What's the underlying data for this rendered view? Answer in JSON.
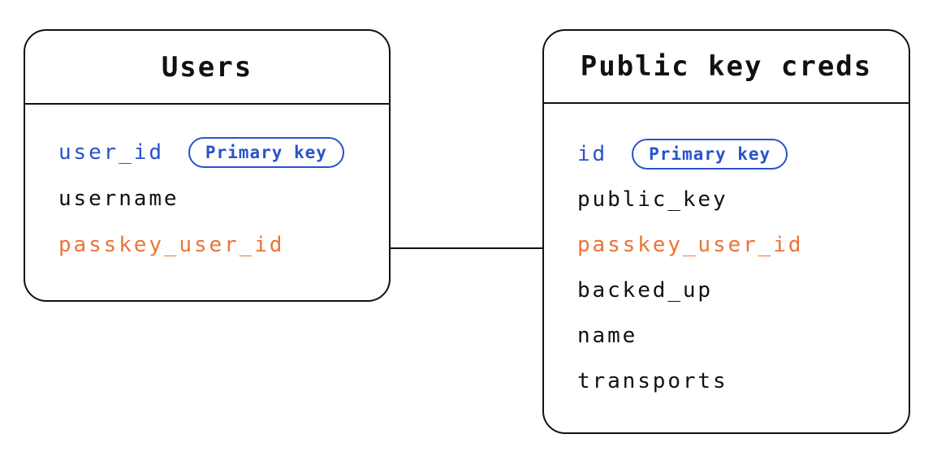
{
  "diagram": {
    "type": "entity-relationship",
    "colors": {
      "line": "#111111",
      "text": "#111111",
      "primary_key_blue": "#2853cb",
      "foreign_key_orange": "#ea7438",
      "background": "#ffffff"
    },
    "tables": [
      {
        "title": "Users",
        "fields": [
          {
            "name": "user_id",
            "badge": "Primary key",
            "color": "#2853cb"
          },
          {
            "name": "username",
            "color": "#111111"
          },
          {
            "name": "passkey_user_id",
            "color": "#ea7438"
          }
        ]
      },
      {
        "title": "Public key creds",
        "fields": [
          {
            "name": "id",
            "badge": "Primary key",
            "color": "#2853cb"
          },
          {
            "name": "public_key",
            "color": "#111111"
          },
          {
            "name": "passkey_user_id",
            "color": "#ea7438"
          },
          {
            "name": "backed_up",
            "color": "#111111"
          },
          {
            "name": "name",
            "color": "#111111"
          },
          {
            "name": "transports",
            "color": "#111111"
          }
        ]
      }
    ],
    "connector": {
      "from_table": "Users",
      "from_field": "passkey_user_id",
      "to_table": "Public key creds",
      "to_field": "passkey_user_id"
    }
  }
}
